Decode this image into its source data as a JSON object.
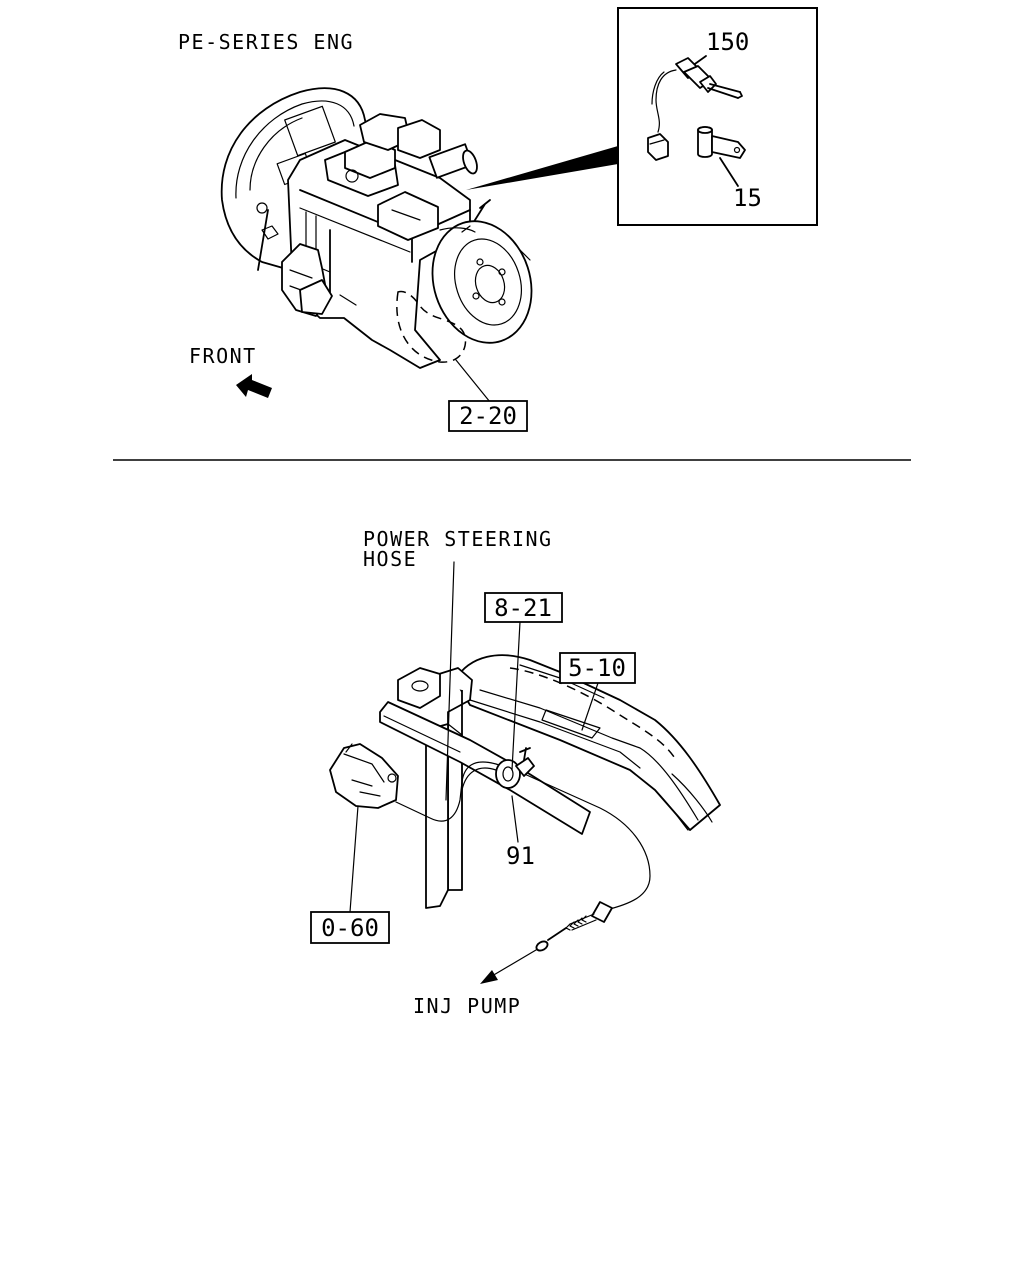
{
  "top_view": {
    "title": "PE-SERIES ENG",
    "front_label": "FRONT",
    "detail_callouts": [
      "150",
      "15"
    ],
    "ref_box": "2-20"
  },
  "bottom_view": {
    "hose_label_line1": "POWER STEERING",
    "hose_label_line2": "HOSE",
    "ref_boxes": [
      "8-21",
      "5-10",
      "0-60"
    ],
    "callout_91": "91",
    "pump_label": "INJ PUMP"
  }
}
